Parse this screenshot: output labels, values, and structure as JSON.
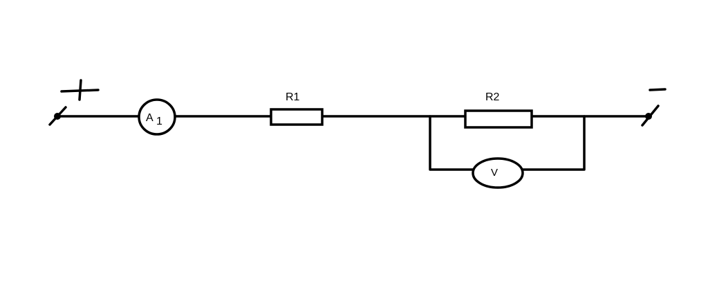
{
  "colors": {
    "ink": "#000000",
    "background": "#ffffff"
  },
  "terminals": {
    "positive_symbol": "+",
    "negative_symbol": "−"
  },
  "ammeter": {
    "letter": "A",
    "index": "1"
  },
  "resistors": [
    {
      "label": "R1"
    },
    {
      "label": "R2"
    }
  ],
  "voltmeter": {
    "letter": "V"
  }
}
